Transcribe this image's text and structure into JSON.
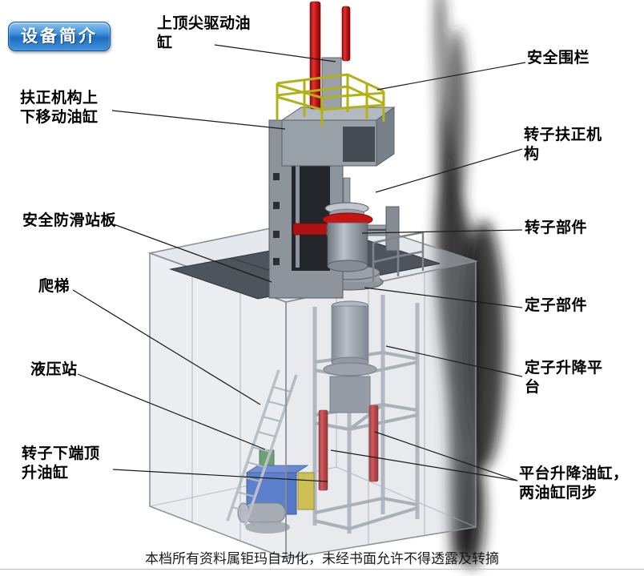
{
  "badge": {
    "label": "设备简介"
  },
  "labels": {
    "top_drive_cylinder": "上顶尖驱动油缸",
    "safety_fence": "安全围栏",
    "centering_updown_cylinder": "扶正机构上下移动油缸",
    "rotor_centering_mechanism": "转子扶正机构",
    "antislip_platform": "安全防滑站板",
    "rotor_component": "转子部件",
    "ladder": "爬梯",
    "stator_component": "定子部件",
    "hydraulic_station": "液压站",
    "stator_lift_platform": "定子升降平台",
    "rotor_bottom_jack_cylinder": "转子下端顶升油缸",
    "platform_lift_cylinders": "平台升降油缸，两油缸同步"
  },
  "footer": {
    "text": "本档所有资料属钜玛自动化，未经书面允许不得透露及转摘"
  },
  "colors": {
    "badge_blue": "#2e7fd0",
    "cylinder_red": "#c41414",
    "railing_yellow": "#b2b216",
    "hydraulic_blue": "#2d5cc8",
    "machine_gray": "#9aa2aa",
    "platform_dark": "#4d545c"
  }
}
